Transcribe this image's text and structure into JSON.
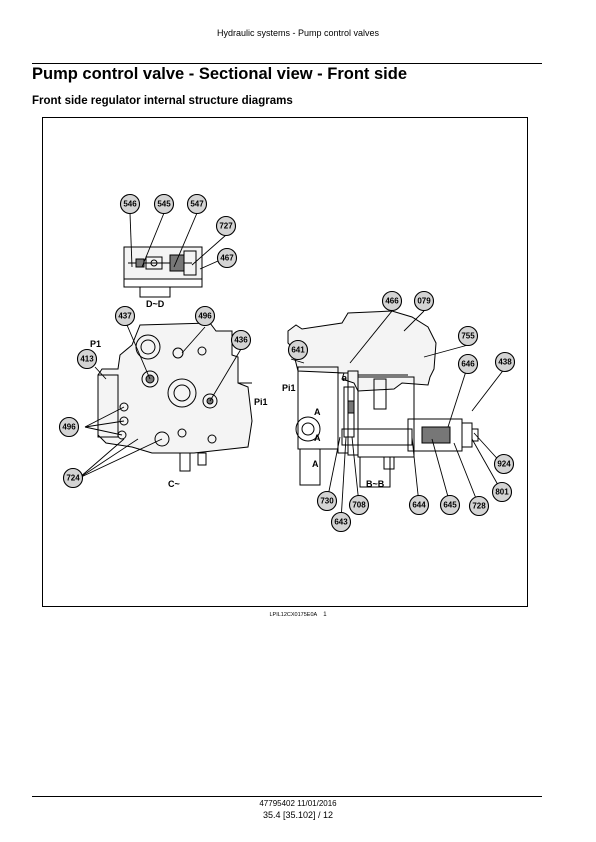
{
  "header": {
    "running_title": "Hydraulic systems - Pump control valves"
  },
  "main": {
    "title": "Pump control valve - Sectional view - Front side",
    "section_title": "Front side regulator internal structure diagrams"
  },
  "figure": {
    "view_labels": [
      "D~D",
      "C~",
      "B~B"
    ],
    "port_labels": [
      "P1",
      "Pi1",
      "Pi1",
      "a",
      "A",
      "A",
      "A"
    ],
    "callouts": [
      "546",
      "545",
      "547",
      "727",
      "467",
      "437",
      "496",
      "436",
      "413",
      "496",
      "724",
      "466",
      "079",
      "641",
      "755",
      "646",
      "438",
      "924",
      "801",
      "728",
      "645",
      "644",
      "708",
      "643",
      "730"
    ],
    "caption_code": "LPIL12CX0175E0A",
    "caption_number": "1"
  },
  "footer": {
    "doc_ref": "47795402 11/01/2016",
    "page_ref": "35.4 [35.102] / 12"
  }
}
